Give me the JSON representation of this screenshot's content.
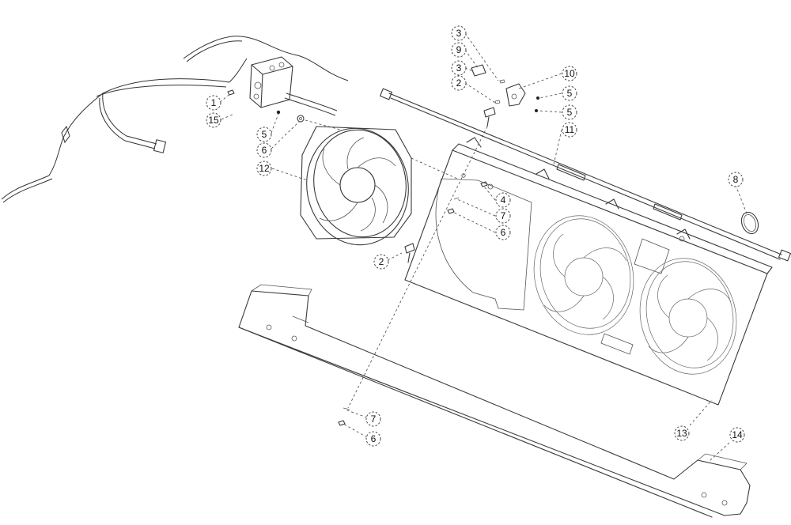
{
  "callouts": [
    {
      "id": "c-1",
      "label": "1"
    },
    {
      "id": "c-15",
      "label": "15"
    },
    {
      "id": "c-5a",
      "label": "5"
    },
    {
      "id": "c-6a",
      "label": "6"
    },
    {
      "id": "c-12",
      "label": "12"
    },
    {
      "id": "c-3a",
      "label": "3"
    },
    {
      "id": "c-9",
      "label": "9"
    },
    {
      "id": "c-3b",
      "label": "3"
    },
    {
      "id": "c-2a",
      "label": "2"
    },
    {
      "id": "c-10",
      "label": "10"
    },
    {
      "id": "c-5b",
      "label": "5"
    },
    {
      "id": "c-5c",
      "label": "5"
    },
    {
      "id": "c-11",
      "label": "11"
    },
    {
      "id": "c-8",
      "label": "8"
    },
    {
      "id": "c-4",
      "label": "4"
    },
    {
      "id": "c-7a",
      "label": "7"
    },
    {
      "id": "c-6b",
      "label": "6"
    },
    {
      "id": "c-2b",
      "label": "2"
    },
    {
      "id": "c-7b",
      "label": "7"
    },
    {
      "id": "c-6c",
      "label": "6"
    },
    {
      "id": "c-13",
      "label": "13"
    },
    {
      "id": "c-14",
      "label": "14"
    }
  ],
  "colors": {
    "line": "#3a3a3a",
    "background": "#ffffff"
  }
}
